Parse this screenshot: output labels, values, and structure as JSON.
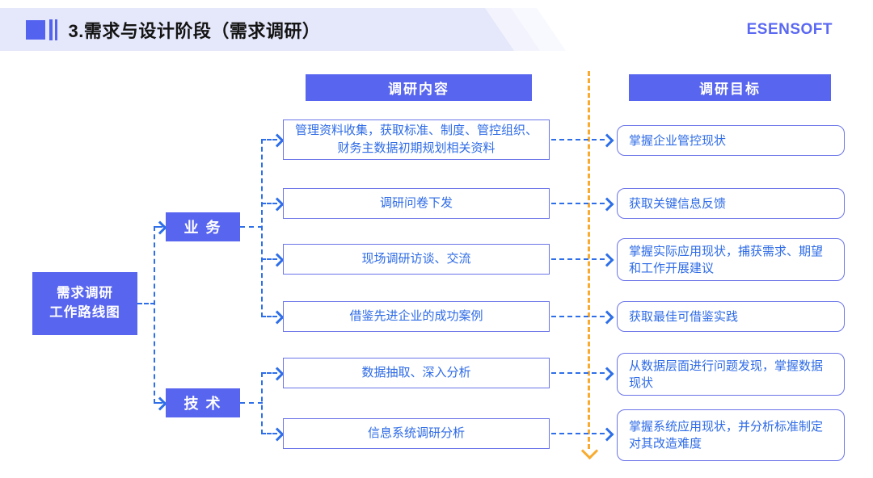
{
  "header": {
    "title": "3.需求与设计阶段（需求调研）",
    "logo": "ESENSOFT"
  },
  "colors": {
    "accent_fill": "#5865ef",
    "connector_blue": "#2e6fe8",
    "box_border": "#6b74e8",
    "box_text_blue": "#2e6be6",
    "timeline_orange": "#f8ab2e",
    "banner_background": "#e5e7fa"
  },
  "diagram": {
    "root": {
      "line1": "需求调研",
      "line2": "工作路线图"
    },
    "branches": [
      {
        "label": "业 务"
      },
      {
        "label": "技 术"
      }
    ],
    "column_headers": [
      {
        "label": "调研内容"
      },
      {
        "label": "调研目标"
      }
    ],
    "rows": [
      {
        "content": "管理资料收集，获取标准、制度、管控组织、财务主数据初期规划相关资料",
        "goal": "掌握企业管控现状"
      },
      {
        "content": "调研问卷下发",
        "goal": "获取关键信息反馈"
      },
      {
        "content": "现场调研访谈、交流",
        "goal": "掌握实际应用现状，捕获需求、期望和工作开展建议"
      },
      {
        "content": "借鉴先进企业的成功案例",
        "goal": "获取最佳可借鉴实践"
      },
      {
        "content": "数据抽取、深入分析",
        "goal": "从数据层面进行问题发现，掌握数据现状"
      },
      {
        "content": "信息系统调研分析",
        "goal": "掌握系统应用现状，并分析标准制定对其改造难度"
      }
    ]
  }
}
